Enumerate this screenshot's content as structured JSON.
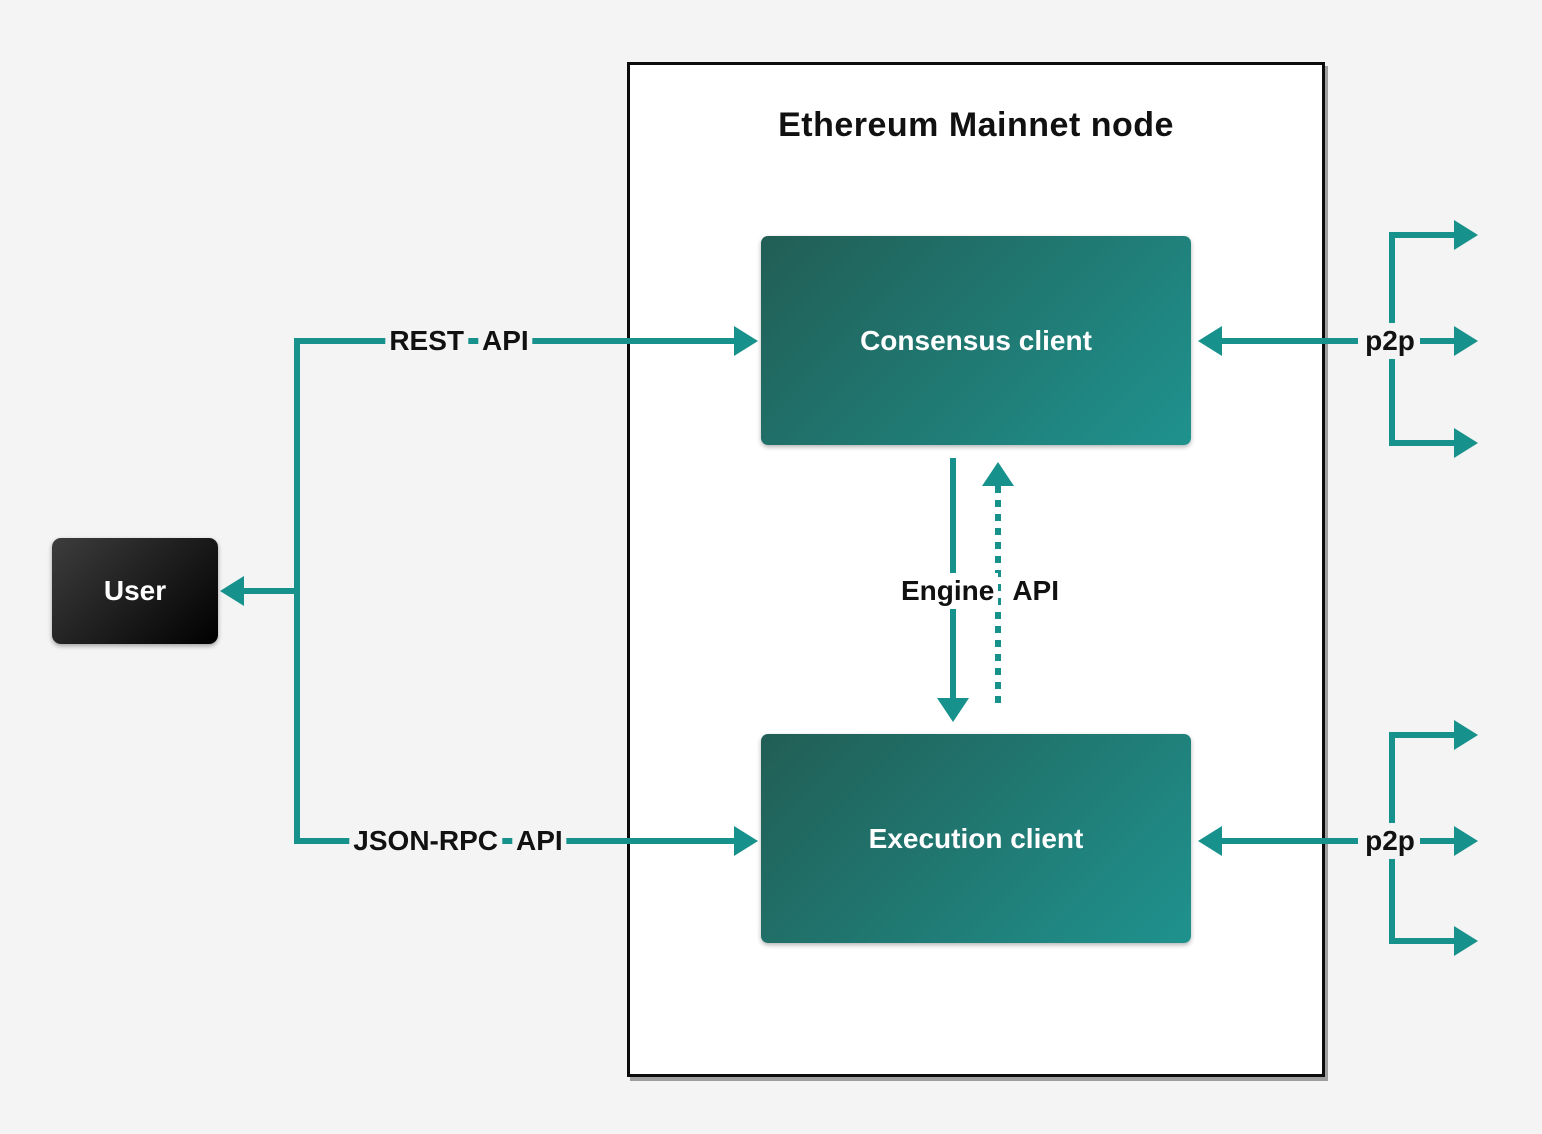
{
  "diagram": {
    "title": "Ethereum Mainnet node",
    "nodes": {
      "user": "User",
      "consensus": "Consensus client",
      "execution": "Execution client"
    },
    "edges": {
      "rest_api": [
        "REST",
        "API"
      ],
      "json_rpc_api": [
        "JSON-RPC",
        "API"
      ],
      "engine_api": [
        "Engine",
        "API"
      ],
      "p2p_consensus": "p2p",
      "p2p_execution": "p2p"
    }
  },
  "colors": {
    "teal": "#17918c",
    "page_bg": "#f4f4f4",
    "node_bg": "#ffffff",
    "node_border": "#0c0c0c",
    "client_gradient_start": "#215e55",
    "client_gradient_end": "#1f928e",
    "user_gradient_start": "#3d3d3d",
    "user_gradient_end": "#000000",
    "label_text": "#111111",
    "box_text": "#ffffff"
  }
}
